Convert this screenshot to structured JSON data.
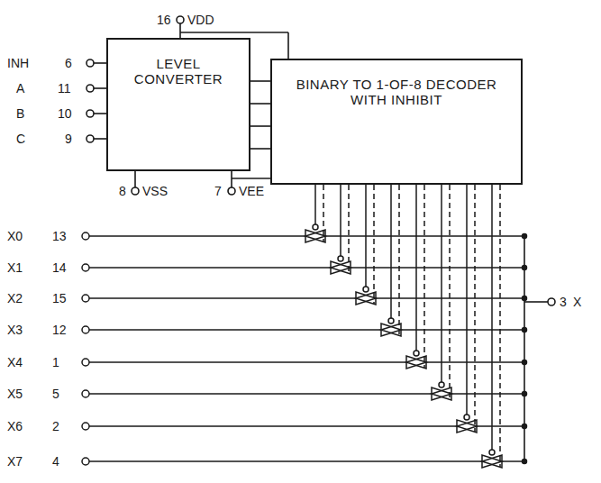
{
  "diagram": {
    "nodes": [
      {
        "text": [
          "LEVEL CONVERTER"
        ]
      },
      {
        "text": [
          "BINARY TO 1-OF-8 DECODER WITH INHIBIT"
        ]
      }
    ],
    "edges": [
      {
        "from": 0,
        "to": 1,
        "arrow": "none"
      },
      {
        "from": 0,
        "to": 1,
        "arrow": "none"
      },
      {
        "from": 0,
        "to": 1,
        "arrow": "none"
      },
      {
        "from": 0,
        "to": 1,
        "arrow": "none"
      }
    ],
    "labels": [
      "16",
      "VDD",
      "INH",
      "6",
      "A",
      "11",
      "B",
      "10",
      "C",
      "9",
      "8",
      "VSS",
      "7",
      "VEE",
      "X0",
      "13",
      "X1",
      "14",
      "X2",
      "15",
      "X3",
      "12",
      "X4",
      "1",
      "X5",
      "5",
      "X6",
      "2",
      "X7",
      "4",
      "3",
      "X"
    ]
  }
}
